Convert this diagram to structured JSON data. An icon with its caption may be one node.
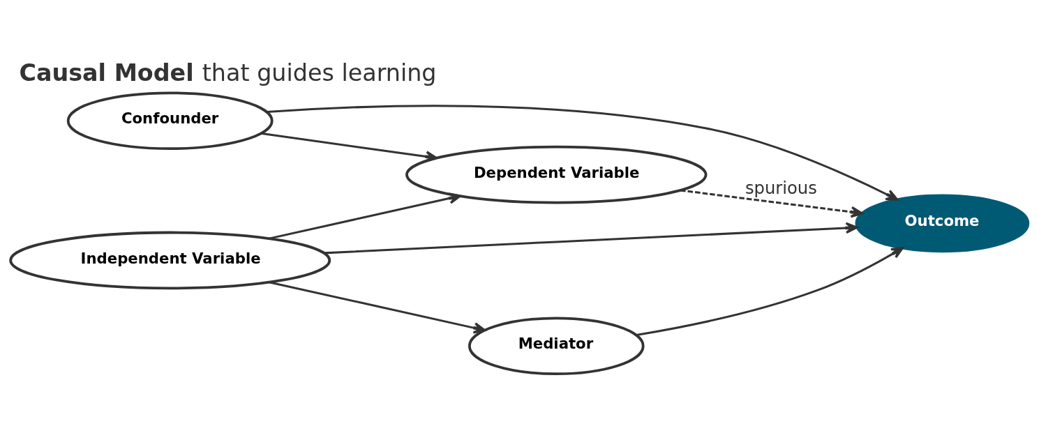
{
  "diagram": {
    "title": "**Causal Model** that guides learning",
    "nodes": [
      {
        "text": [
          "Confounder"
        ]
      },
      {
        "text": [
          "Dependent Variable"
        ]
      },
      {
        "text": [
          "Independent Variable"
        ]
      },
      {
        "text": [
          "Mediator"
        ]
      },
      {
        "text": [
          "Outcome"
        ]
      }
    ],
    "edges": [
      {
        "from": 0,
        "to": 1,
        "arrow": "to"
      },
      {
        "from": 0,
        "to": 4,
        "arrow": "to"
      },
      {
        "from": 2,
        "to": 1,
        "arrow": "to"
      },
      {
        "from": 2,
        "to": 3,
        "arrow": "to"
      },
      {
        "from": 1,
        "to": 4,
        "arrow": "to",
        "label": "spurious",
        "style": "dashed"
      },
      {
        "from": 3,
        "to": 4,
        "arrow": "to"
      },
      {
        "from": 2,
        "to": 4,
        "arrow": "to"
      }
    ]
  }
}
